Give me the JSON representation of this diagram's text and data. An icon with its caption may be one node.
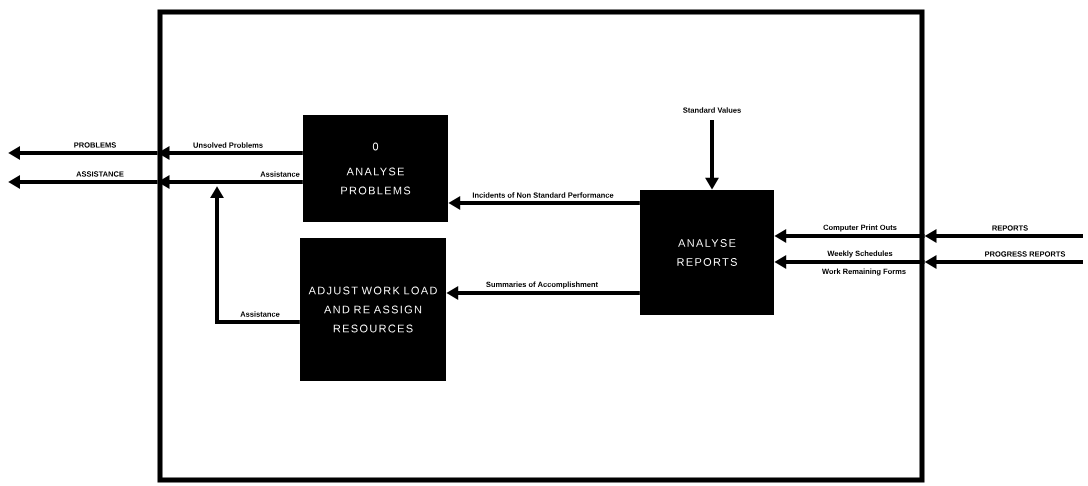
{
  "diagram": {
    "nodes": [
      {
        "text": [],
        "shape": "box"
      },
      {
        "text": [
          "0",
          "ANALYSE PROBLEMS"
        ],
        "in": 0
      },
      {
        "text": [
          "ADJUST WORK LOAD AND RE ASSIGN RESOURCES"
        ],
        "in": 0
      },
      {
        "text": [
          "ANALYSE REPORTS"
        ],
        "in": 0
      }
    ],
    "edges": [
      {
        "from": 1,
        "to": 0,
        "arrow": "to",
        "label": "Unsolved Problems"
      },
      {
        "from": 0,
        "to": null,
        "arrow": "to",
        "label": "PROBLEMS"
      },
      {
        "from": 1,
        "to": 0,
        "arrow": "to",
        "label": "Assistance"
      },
      {
        "from": 0,
        "to": null,
        "arrow": "to",
        "label": "ASSISTANCE"
      },
      {
        "from": 2,
        "to": 0,
        "arrow": "to",
        "label": "Assistance"
      },
      {
        "from": null,
        "to": 3,
        "arrow": "to",
        "label": "Standard Values"
      },
      {
        "from": 3,
        "to": 1,
        "arrow": "to",
        "label": "Incidents of Non Standard Performance"
      },
      {
        "from": 3,
        "to": 2,
        "arrow": "to",
        "label": "Summaries of Accomplishment"
      },
      {
        "from": null,
        "to": 0,
        "arrow": "to",
        "label": "REPORTS"
      },
      {
        "from": 0,
        "to": 3,
        "arrow": "to",
        "label": "Computer Print Outs"
      },
      {
        "from": null,
        "to": 0,
        "arrow": "to",
        "label": "PROGRESS REPORTS"
      },
      {
        "from": 0,
        "to": 3,
        "arrow": "to",
        "label": "Weekly Schedules"
      }
    ],
    "labels": [
      "Work Remaining Forms"
    ]
  }
}
